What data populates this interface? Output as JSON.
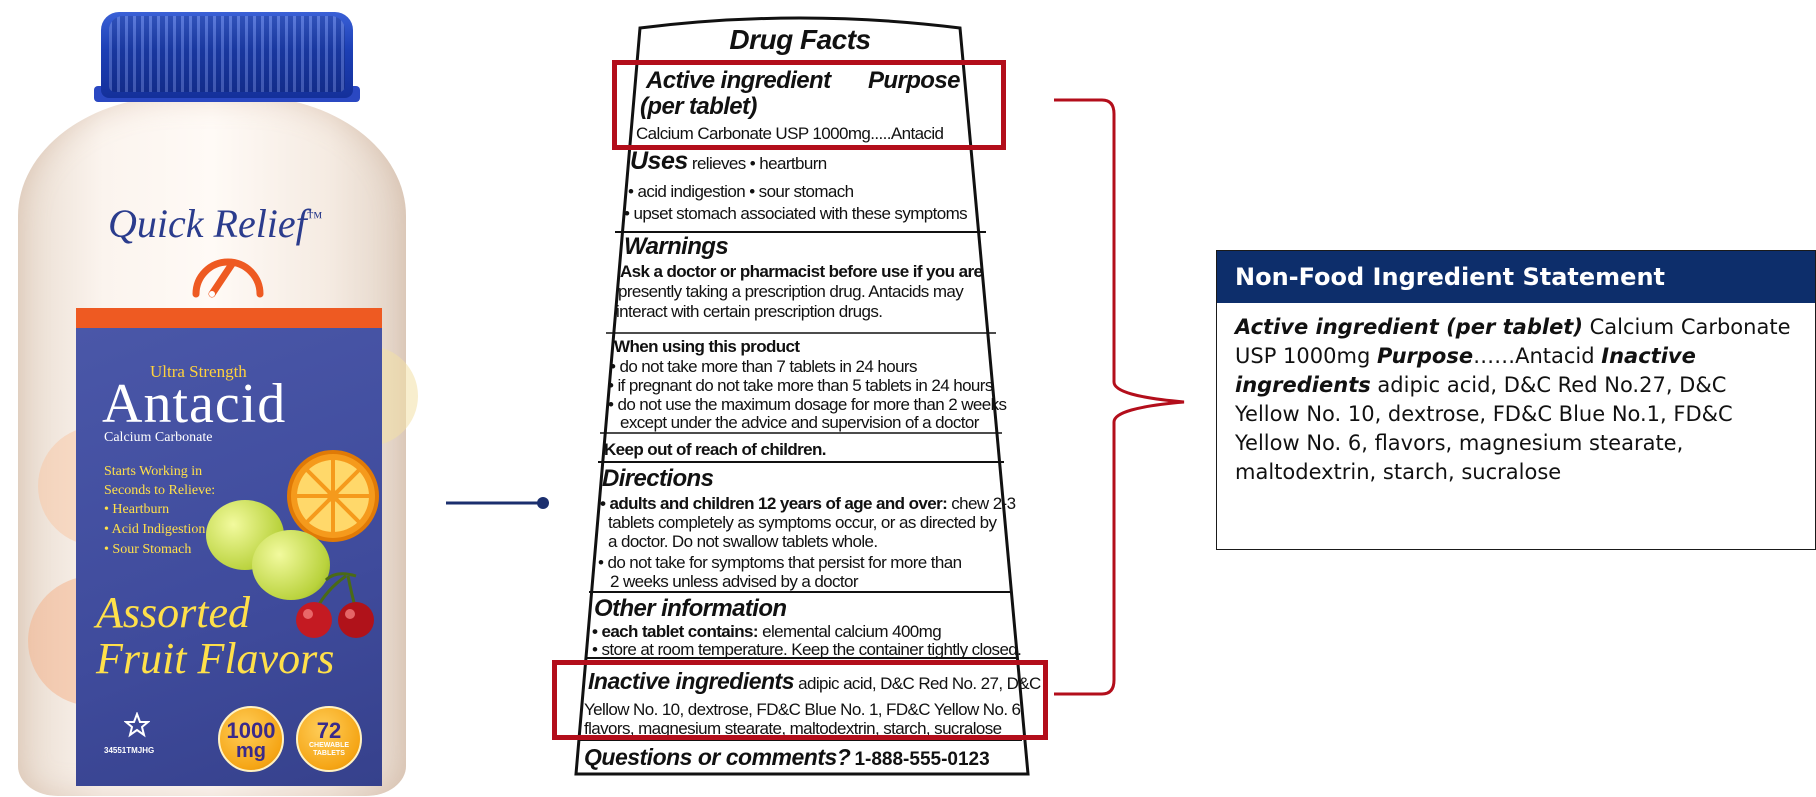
{
  "bottle": {
    "brand": "Quick Relief",
    "trademark": "™",
    "strength": "Ultra Strength",
    "product": "Antacid",
    "subtitle": "Calcium Carbonate",
    "claim_line1": "Starts Working in",
    "claim_line2": "Seconds to Relieve:",
    "relieves": [
      "• Heartburn",
      "• Acid Indigestion",
      "• Sour Stomach"
    ],
    "flavor_line1": "Assorted",
    "flavor_line2": "Fruit Flavors",
    "dose_value": "1000",
    "dose_unit": "mg",
    "count": "72",
    "count_unit_1": "CHEWABLE",
    "count_unit_2": "TABLETS",
    "lot": "34551TMJHG",
    "colors": {
      "cap": "#1c3fb4",
      "panel": "#3f4b9c",
      "band": "#ee5a22",
      "accent": "#ffe04a"
    }
  },
  "drug_facts": {
    "title": "Drug Facts",
    "active_heading": "Active ingredient",
    "purpose_heading": "Purpose",
    "per_tablet": "(per tablet)",
    "active_line": "Calcium Carbonate USP 1000mg.....Antacid",
    "uses_heading": "Uses",
    "uses_line1": "relieves   • heartburn",
    "uses_line2": "• acid indigestion   • sour stomach",
    "uses_line3": "• upset stomach associated with these symptoms",
    "warnings_heading": "Warnings",
    "warn_bold": "Ask a doctor or pharmacist before use if you are",
    "warn_line2": "presently taking a prescription drug. Antacids may",
    "warn_line3": "interact with certain prescription drugs.",
    "when_using": "When using this product",
    "when_line1": "• do not take more than 7 tablets in 24 hours",
    "when_line2": "• if pregnant do not take more than 5 tablets in 24 hours",
    "when_line3": "• do not use the maximum dosage for more than 2 weeks",
    "when_line4": "except under the advice and supervision of a doctor",
    "keep_out": "Keep out of reach of children.",
    "directions_heading": "Directions",
    "dir_bold": "• adults and children 12 years of age and over:",
    "dir_line1_rest": " chew 2-3",
    "dir_line2": "tablets completely as symptoms occur, or as directed by",
    "dir_line3": "a doctor. Do not swallow tablets whole.",
    "dir_line4": "• do not take for symptoms that persist for more than",
    "dir_line5": "2 weeks unless advised by a doctor",
    "other_heading": "Other information",
    "other_bold": "• each tablet contains:",
    "other_line1_rest": " elemental calcium 400mg",
    "other_line2": "• store at room temperature. Keep the container tightly closed.",
    "inactive_heading": "Inactive ingredients",
    "inactive_line1_rest": " adipic acid, D&C Red No. 27, D&C",
    "inactive_line2": "Yellow No. 10, dextrose, FD&C Blue No. 1, FD&C Yellow No. 6,",
    "inactive_line3": "flavors, magnesium stearate, maltodextrin, starch, sucralose",
    "questions": "Questions or comments?",
    "phone": "1-888-555-0123",
    "highlight_color": "#b30e1b"
  },
  "statement": {
    "title": "Non-Food Ingredient Statement",
    "active_label": "Active ingredient (per tablet)",
    "active_text": " Calcium Carbonate USP 1000mg ",
    "purpose_label": "Purpose",
    "purpose_text": "……Antacid ",
    "inactive_label": "Inactive ingredients",
    "inactive_text": " adipic acid, D&C Red No.27, D&C Yellow No. 10, dextrose, FD&C Blue No.1, FD&C Yellow No. 6, flavors, magnesium stearate, maltodextrin, starch, sucralose",
    "header_color": "#0d2e6b"
  }
}
